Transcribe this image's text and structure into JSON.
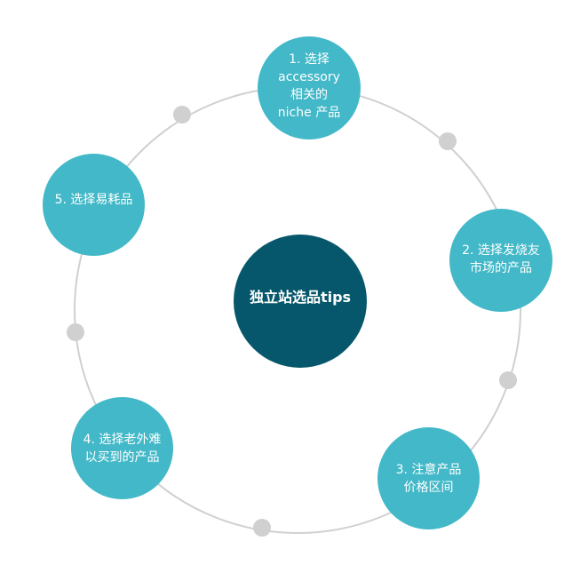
{
  "center": {
    "label": "独立站选品tips"
  },
  "nodes": [
    {
      "label": "1. 选择 accessory 相关的 niche 产品"
    },
    {
      "label": "2. 选择发烧友市场的产品"
    },
    {
      "label": "3. 注意产品价格区间"
    },
    {
      "label": "4. 选择老外难以买到的产品"
    },
    {
      "label": "5. 选择易耗品"
    }
  ],
  "colors": {
    "node": "#42B8C8",
    "center": "#06576B",
    "ring": "#D0D0D0"
  }
}
